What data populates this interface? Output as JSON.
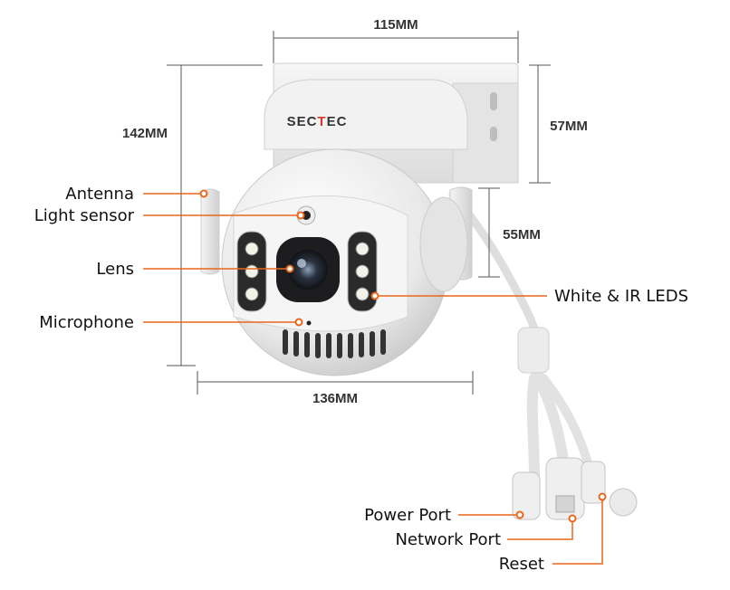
{
  "brand": {
    "logo_prefix": "SEC",
    "logo_mid": "T",
    "logo_suffix": "EC",
    "accent_color": "#e8671c"
  },
  "dimensions": {
    "top_width": "115MM",
    "overall_height": "142MM",
    "mount_height": "57MM",
    "arm_height": "55MM",
    "body_width": "136MM"
  },
  "callouts": {
    "antenna": "Antenna",
    "light_sensor": "Light sensor",
    "lens": "Lens",
    "microphone": "Microphone",
    "leds": "White & IR LEDS",
    "power_port": "Power Port",
    "network_port": "Network Port",
    "reset": "Reset"
  },
  "colors": {
    "callout_line": "#e8671c",
    "dimension_line": "#555555",
    "camera_body": "#eeeeee"
  }
}
